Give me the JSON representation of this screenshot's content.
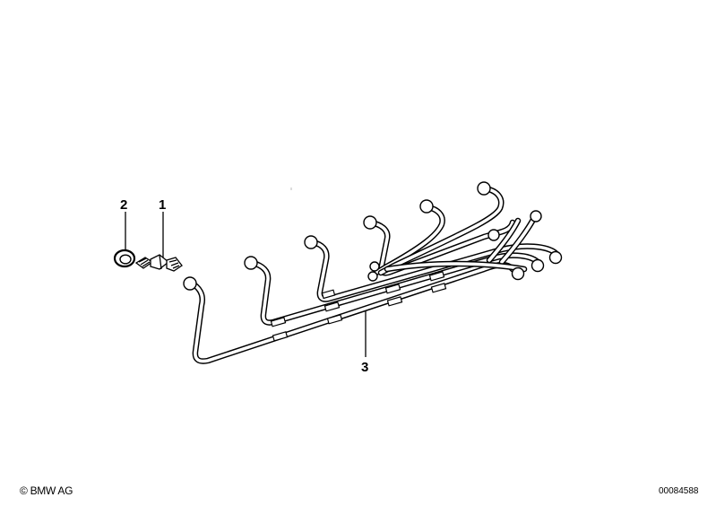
{
  "diagram": {
    "subject": "Fuel injection lines assembly",
    "callouts": [
      {
        "id": "1",
        "label": "1",
        "part": "injection nozzle / fitting"
      },
      {
        "id": "2",
        "label": "2",
        "part": "sealing ring"
      },
      {
        "id": "3",
        "label": "3",
        "part": "injection line set"
      }
    ]
  },
  "footer": {
    "copyright": "© BMW AG",
    "document_number": "00084588"
  },
  "colors": {
    "background": "#ffffff",
    "line": "#000000"
  }
}
